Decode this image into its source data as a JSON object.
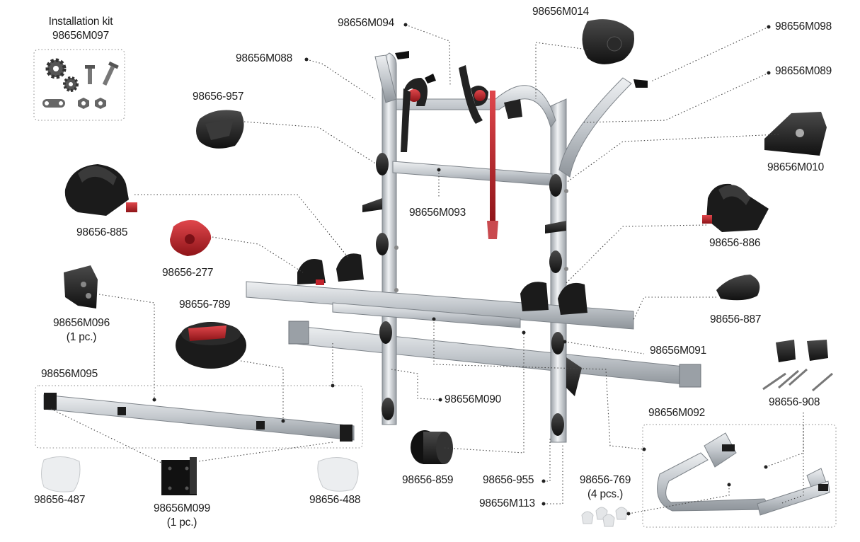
{
  "colors": {
    "aluminum": "#c9cdd1",
    "aluminum_dark": "#8d9298",
    "black_part": "#1f1f1f",
    "red_accent": "#c0232b",
    "leader_line": "#444444"
  },
  "labels": {
    "installation_kit_title": "Installation kit",
    "installation_kit_code": "98656M097",
    "m094": "98656M094",
    "m014": "98656M014",
    "m098": "98656M098",
    "m088": "98656M088",
    "m089": "98656M089",
    "p957": "98656-957",
    "m010": "98656M010",
    "m093": "98656M093",
    "p885": "98656-885",
    "p886": "98656-886",
    "p277": "98656-277",
    "m096": "98656M096",
    "m096_qty": "(1 pc.)",
    "p789": "98656-789",
    "p887": "98656-887",
    "m091": "98656M091",
    "m095": "98656M095",
    "m090": "98656M090",
    "p908": "98656-908",
    "m092": "98656M092",
    "p859": "98656-859",
    "p955": "98656-955",
    "p769": "98656-769",
    "p769_qty": "(4 pcs.)",
    "m113": "98656M113",
    "p487": "98656-487",
    "m099": "98656M099",
    "m099_qty": "(1 pc.)",
    "p488": "98656-488"
  },
  "icons": [
    "gear-icon",
    "screw-icon",
    "chain-link-icon",
    "nut-icon",
    "rivet-icon"
  ]
}
